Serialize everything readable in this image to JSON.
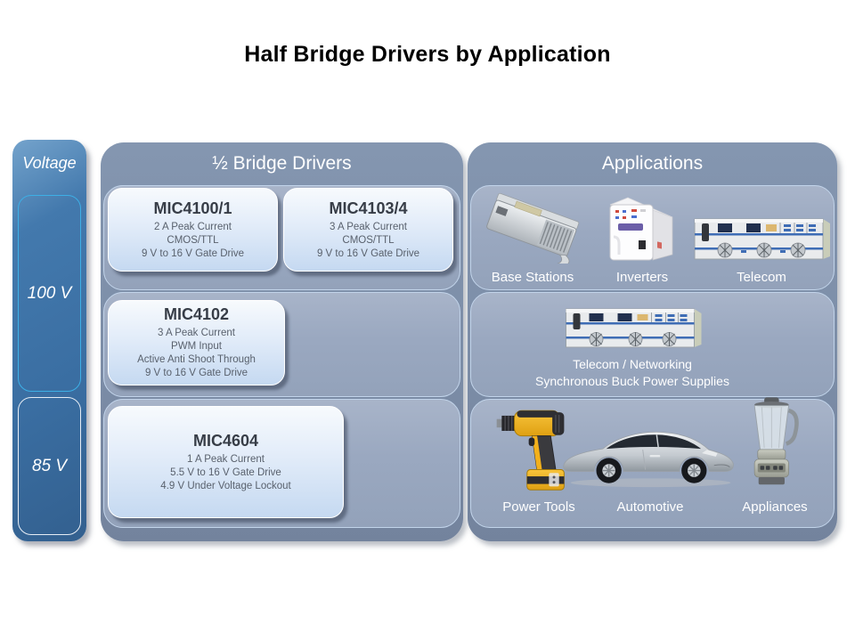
{
  "title": "Half Bridge Drivers by Application",
  "voltage_column": {
    "header": "Voltage",
    "levels": [
      {
        "label": "100 V"
      },
      {
        "label": "85 V"
      }
    ]
  },
  "drivers_panel": {
    "header": "½ Bridge Drivers",
    "rows": [
      {
        "chips": [
          {
            "name": "MIC4100/1",
            "specs": [
              "2 A Peak Current",
              "CMOS/TTL",
              "9 V to 16 V Gate Drive"
            ]
          },
          {
            "name": "MIC4103/4",
            "specs": [
              "3 A Peak Current",
              "CMOS/TTL",
              "9 V to 16 V Gate Drive"
            ]
          }
        ]
      },
      {
        "chips": [
          {
            "name": "MIC4102",
            "specs": [
              "3 A Peak Current",
              "PWM Input",
              "Active Anti Shoot Through",
              "9 V to 16 V Gate Drive"
            ]
          }
        ]
      },
      {
        "chips": [
          {
            "name": "MIC4604",
            "specs": [
              "1 A Peak Current",
              "5.5 V to 16 V Gate Drive",
              "4.9 V Under Voltage Lockout"
            ]
          }
        ]
      }
    ]
  },
  "applications_panel": {
    "header": "Applications",
    "rows": [
      {
        "items": [
          {
            "label": "Base Stations",
            "icon": "power-supply-module-image"
          },
          {
            "label": "Inverters",
            "icon": "inverter-tower-image"
          },
          {
            "label": "Telecom",
            "icon": "telecom-rack-image"
          }
        ]
      },
      {
        "items": [
          {
            "label_line1": "Telecom / Networking",
            "label_line2": "Synchronous Buck Power Supplies",
            "icon": "telecom-rack-image"
          }
        ]
      },
      {
        "items": [
          {
            "label": "Power Tools",
            "icon": "drill-image"
          },
          {
            "label": "Automotive",
            "icon": "car-image"
          },
          {
            "label": "Appliances",
            "icon": "blender-image"
          }
        ]
      }
    ]
  },
  "colors": {
    "voltage_blue": "#3d74a9",
    "voltage_border_cyan": "#3dafe6",
    "panel_slate": "#7e90ac",
    "row_slate": "#9fadc4",
    "chip_fill_bottom": "#c5d9f1",
    "title_black": "#000000",
    "label_white": "#ffffff"
  }
}
